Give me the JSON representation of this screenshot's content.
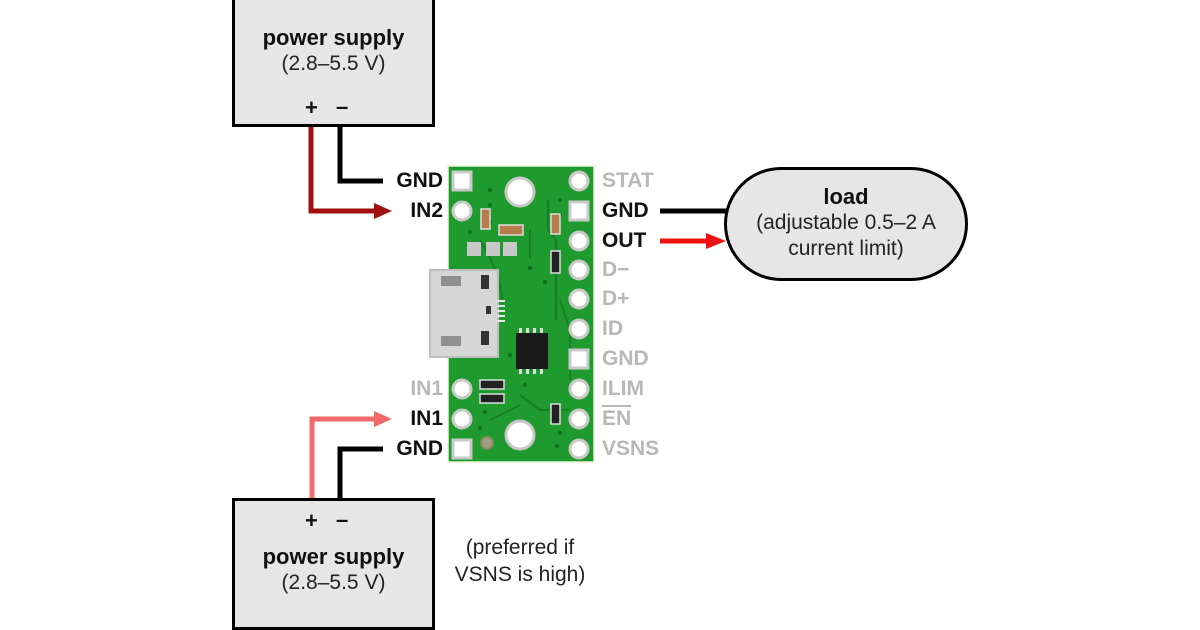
{
  "diagram": {
    "top_supply": {
      "title": "power supply",
      "range": "(2.8–5.5 V)",
      "plus": "+",
      "minus": "–"
    },
    "bottom_supply": {
      "title": "power supply",
      "range": "(2.8–5.5 V)",
      "plus": "+",
      "minus": "–",
      "note_line1": "(preferred if",
      "note_line2": "VSNS is high)"
    },
    "load": {
      "title": "load",
      "line1": "(adjustable 0.5–2 A",
      "line2": "current limit)"
    },
    "left_pins_top": [
      {
        "label": "GND",
        "active": true
      },
      {
        "label": "IN2",
        "active": true
      }
    ],
    "left_pins_bottom": [
      {
        "label": "IN1",
        "active": false
      },
      {
        "label": "IN1",
        "active": true
      },
      {
        "label": "GND",
        "active": true
      }
    ],
    "right_pins": [
      {
        "label": "STAT",
        "active": false
      },
      {
        "label": "GND",
        "active": true
      },
      {
        "label": "OUT",
        "active": true
      },
      {
        "label": "D−",
        "active": false
      },
      {
        "label": "D+",
        "active": false
      },
      {
        "label": "ID",
        "active": false
      },
      {
        "label": "GND",
        "active": false
      },
      {
        "label": "ILIM",
        "active": false
      },
      {
        "label": "EN",
        "active": false,
        "overline": true
      },
      {
        "label": "VSNS",
        "active": false
      }
    ],
    "colors": {
      "wire_ground": "#000000",
      "wire_in2": "#a01010",
      "wire_in1": "#f06a6a",
      "wire_out": "#ee1111",
      "pcb_green": "#1f9a2f",
      "box_fill": "#e6e6e6",
      "inactive_label": "#b8b8b8"
    }
  }
}
